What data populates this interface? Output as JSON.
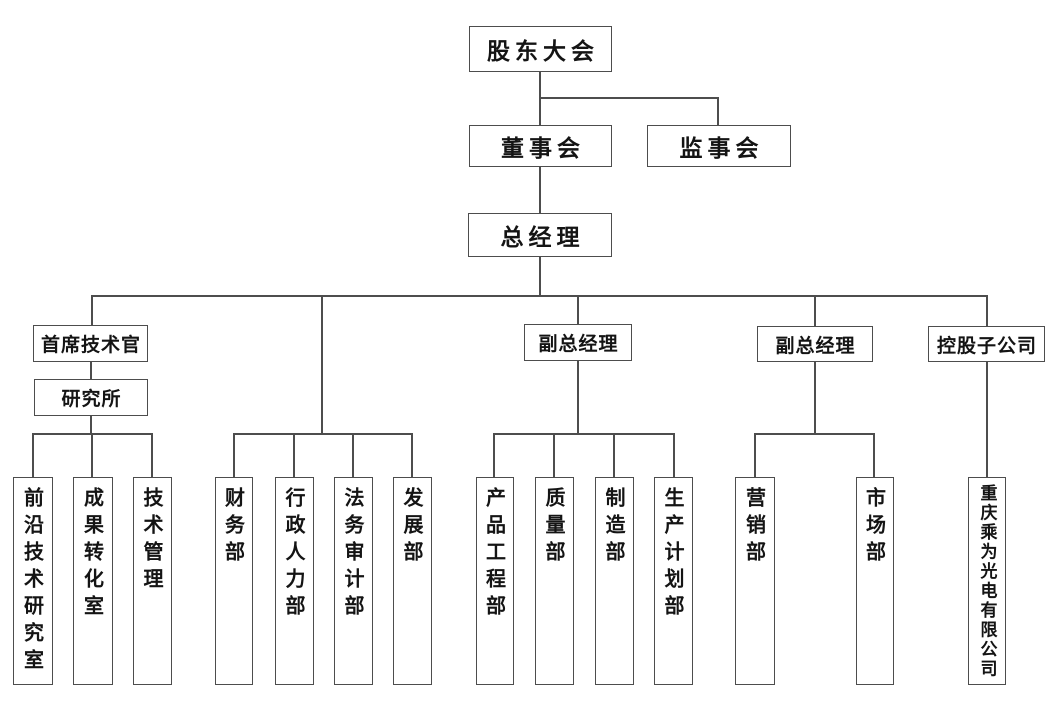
{
  "diagram": {
    "type": "org-chart",
    "language": "zh-CN"
  },
  "nodes": {
    "shareholders": {
      "label": "股东大会"
    },
    "board": {
      "label": "董事会"
    },
    "supervisory": {
      "label": "监事会"
    },
    "gm": {
      "label": "总经理"
    },
    "cto": {
      "label": "首席技术官"
    },
    "research_institute": {
      "label": "研究所"
    },
    "vgm1": {
      "label": "副总经理"
    },
    "vgm2": {
      "label": "副总经理"
    },
    "holding": {
      "label": "控股子公司"
    },
    "frontier_tech_lab": {
      "label": "前沿技术研究室"
    },
    "achievement_lab": {
      "label": "成果转化室"
    },
    "tech_mgmt": {
      "label": "技术管理"
    },
    "finance": {
      "label": "财务部"
    },
    "admin_hr": {
      "label": "行政人力部"
    },
    "legal_audit": {
      "label": "法务审计部"
    },
    "development": {
      "label": "发展部"
    },
    "product_eng": {
      "label": "产品工程部"
    },
    "quality": {
      "label": "质量部"
    },
    "manufacturing": {
      "label": "制造部"
    },
    "production_plan": {
      "label": "生产计划部"
    },
    "marketing": {
      "label": "营销部"
    },
    "market": {
      "label": "市场部"
    },
    "subsidiary": {
      "label": "重庆乘为光电有限公司"
    }
  },
  "edges": [
    [
      "shareholders",
      "board"
    ],
    [
      "shareholders",
      "supervisory"
    ],
    [
      "board",
      "gm"
    ],
    [
      "gm",
      "cto"
    ],
    [
      "gm",
      "finance"
    ],
    [
      "gm",
      "admin_hr"
    ],
    [
      "gm",
      "legal_audit"
    ],
    [
      "gm",
      "development"
    ],
    [
      "gm",
      "vgm1"
    ],
    [
      "gm",
      "vgm2"
    ],
    [
      "gm",
      "holding"
    ],
    [
      "cto",
      "research_institute"
    ],
    [
      "research_institute",
      "frontier_tech_lab"
    ],
    [
      "research_institute",
      "achievement_lab"
    ],
    [
      "research_institute",
      "tech_mgmt"
    ],
    [
      "vgm1",
      "product_eng"
    ],
    [
      "vgm1",
      "quality"
    ],
    [
      "vgm1",
      "manufacturing"
    ],
    [
      "vgm1",
      "production_plan"
    ],
    [
      "vgm2",
      "marketing"
    ],
    [
      "vgm2",
      "market"
    ],
    [
      "holding",
      "subsidiary"
    ]
  ],
  "colors": {
    "background": "#ffffff",
    "line": "#4d4d4d",
    "box_border": "#4d4d4d",
    "text": "#141414"
  }
}
